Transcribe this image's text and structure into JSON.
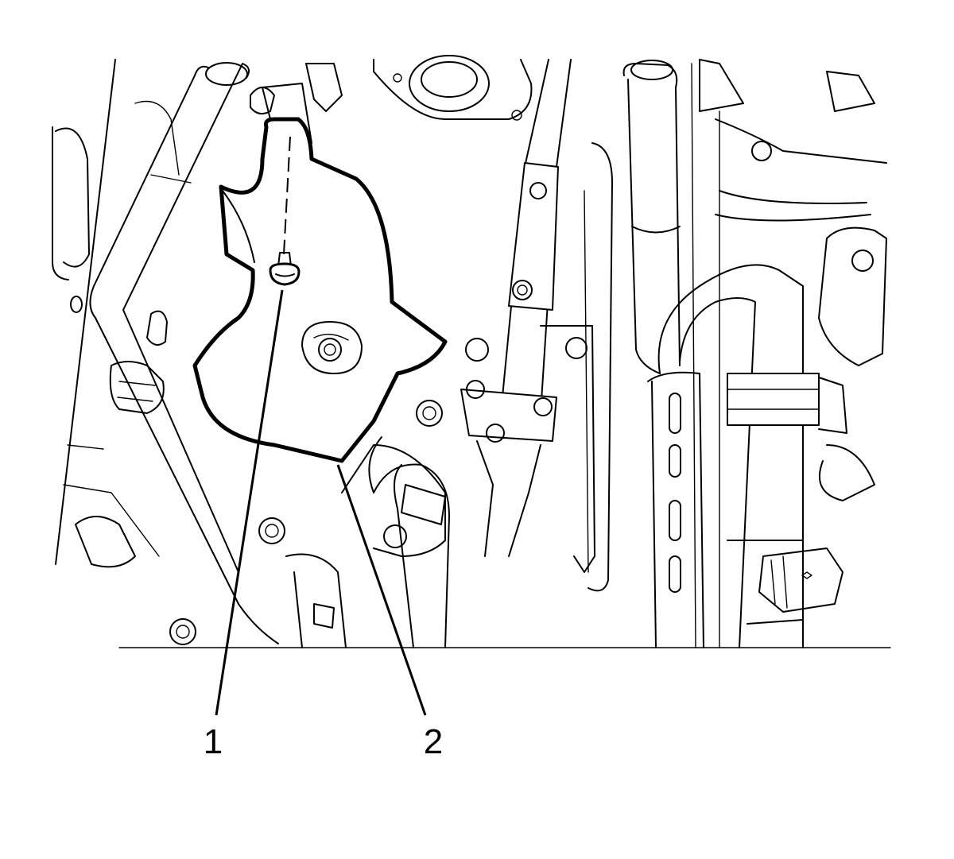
{
  "callouts": [
    {
      "number": "1",
      "target": "bolt"
    },
    {
      "number": "2",
      "target": "heat-shield"
    }
  ]
}
